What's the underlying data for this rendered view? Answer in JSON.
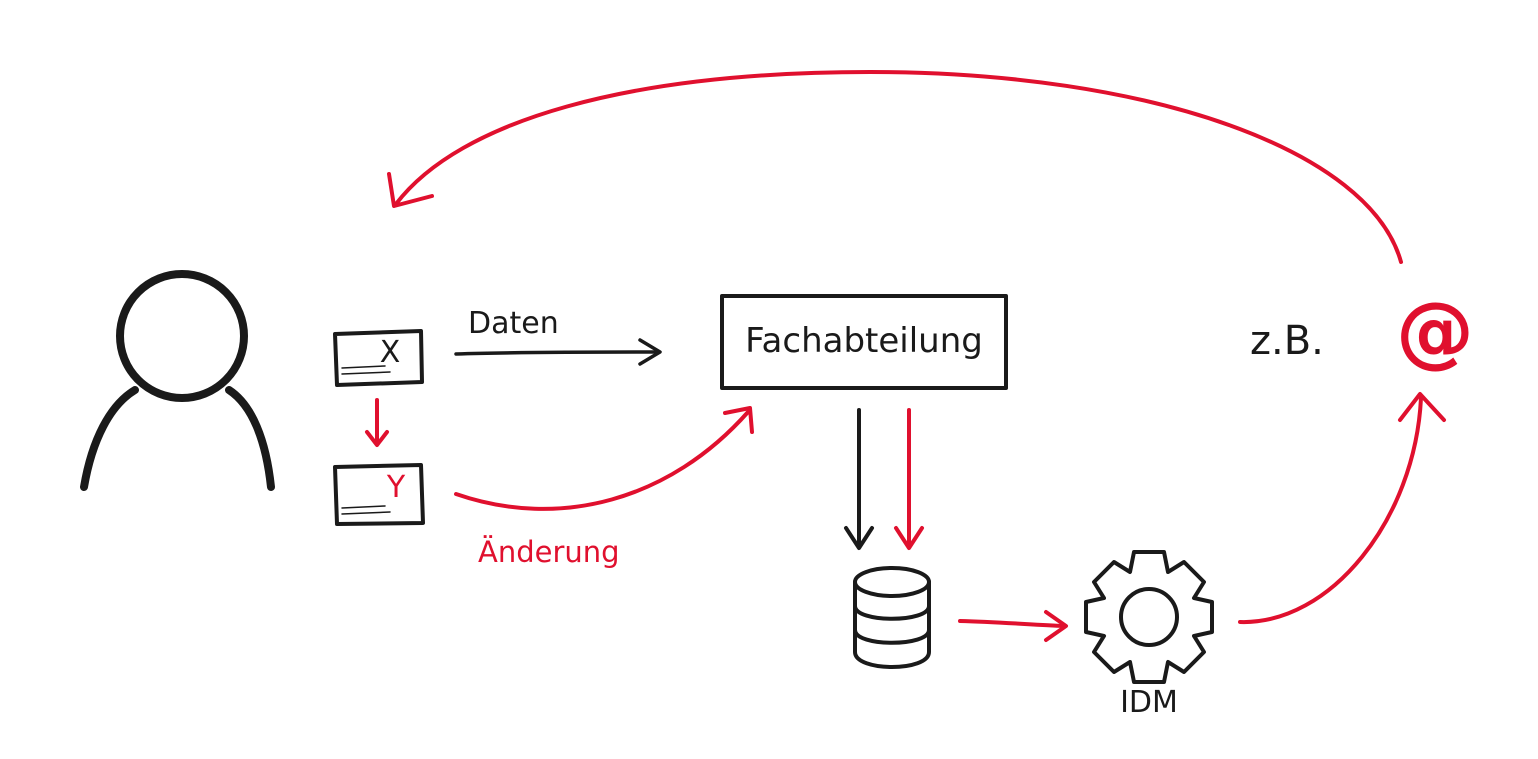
{
  "labels": {
    "data_label": "Daten",
    "department_label": "Fachabteilung",
    "change_label": "Änderung",
    "example_label": "z.B.",
    "idm_label": "IDM",
    "form_old_value": "X",
    "form_new_value": "Y",
    "email_symbol": "@"
  },
  "colors": {
    "ink": "#1a1a1a",
    "accent": "#e0102e",
    "background": "#ffffff"
  },
  "icons": [
    "person-icon",
    "form-icon",
    "database-icon",
    "gear-icon",
    "at-sign-icon"
  ]
}
